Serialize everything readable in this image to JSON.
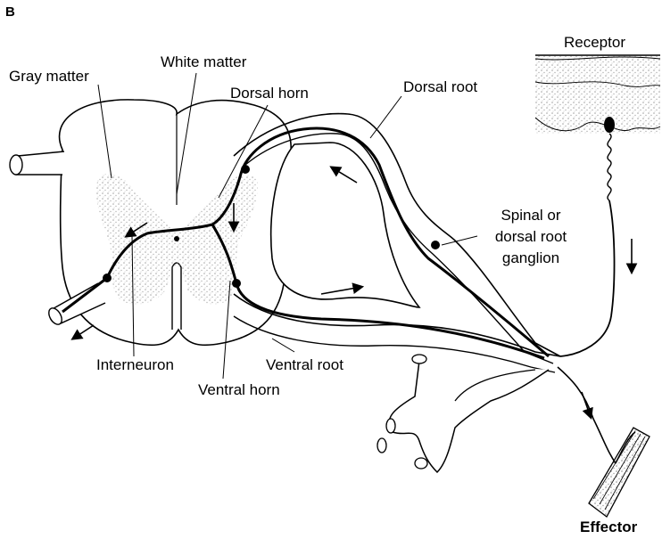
{
  "figure": {
    "panel_letter": "B",
    "labels": {
      "gray_matter": "Gray matter",
      "white_matter": "White matter",
      "dorsal_horn": "Dorsal horn",
      "dorsal_root": "Dorsal root",
      "receptor": "Receptor",
      "spinal_ganglion_line1": "Spinal or",
      "spinal_ganglion_line2": "dorsal root",
      "spinal_ganglion_line3": "ganglion",
      "interneuron": "Interneuron",
      "ventral_root": "Ventral root",
      "ventral_horn": "Ventral horn",
      "effector": "Effector"
    }
  },
  "colors": {
    "ink": "#000000",
    "stipple": "#9a9a9a",
    "paper": "#ffffff"
  }
}
